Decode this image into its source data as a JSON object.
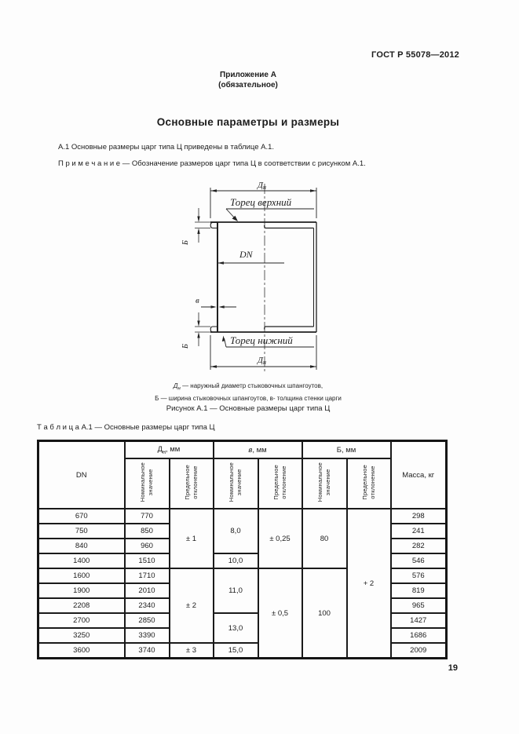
{
  "header": {
    "doc_number": "ГОСТ Р 55078—2012",
    "appendix": "Приложение А",
    "appendix_note": "(обязательное)"
  },
  "content": {
    "title": "Основные параметры и размеры",
    "para_a1": "А.1 Основные размеры царг типа Ц приведены в таблице А.1.",
    "note": "П р и м е ч а н и е  — Обозначение размеров царг типа Ц в соответствии с рисунком А.1."
  },
  "figure": {
    "labels": {
      "d_top_main": "Д",
      "d_top_sub": "н",
      "top_face": "Торец верхний",
      "dn_mid": "DN",
      "b_top": "Б",
      "wall": "в",
      "b_bottom": "Б",
      "bottom_face": "Торец нижний",
      "d_bot_main": "Д",
      "d_bot_sub": "н"
    },
    "legend": {
      "line1_sym": "Д",
      "line1_sub": "н",
      "line1_rest": " — наружный диаметр стыковочных шпангоутов,",
      "line2": "Б — ширина стыковочных шпангоутов, в- толщина стенки царги"
    },
    "caption": "Рисунок А.1 — Основные размеры царг типа Ц"
  },
  "table": {
    "caption": "Т а б л и ц а  А.1 — Основные размеры царг типа Ц",
    "col_dn": "DN",
    "col_mass": "Масса, кг",
    "groups": [
      {
        "main": "Д",
        "sub": "н",
        "rest": ", мм"
      },
      {
        "main": "в",
        "sub": "",
        "rest": ", мм"
      },
      {
        "main": "Б",
        "sub": "",
        "rest": ", мм"
      }
    ],
    "sub_nominal": "Номинальное\nзначение",
    "sub_deviation": "Предельное\nотклонение",
    "body": {
      "dn": [
        "670",
        "750",
        "840",
        "1400",
        "1600",
        "1900",
        "2208",
        "2700",
        "3250",
        "3600"
      ],
      "dn_nom": [
        "770",
        "850",
        "960",
        "1510",
        "1710",
        "2010",
        "2340",
        "2850",
        "3390",
        "3740"
      ],
      "dn_dev": [
        "± 1",
        "± 2",
        "± 3"
      ],
      "v_nom": [
        "8,0",
        "10,0",
        "11,0",
        "13,0",
        "15,0"
      ],
      "v_dev": [
        "± 0,25",
        "± 0,5"
      ],
      "b_nom": [
        "80",
        "100"
      ],
      "b_dev": "+ 2",
      "mass": [
        "298",
        "241",
        "282",
        "546",
        "576",
        "819",
        "965",
        "1427",
        "1686",
        "2009"
      ]
    }
  },
  "footer": {
    "page_number": "19"
  }
}
